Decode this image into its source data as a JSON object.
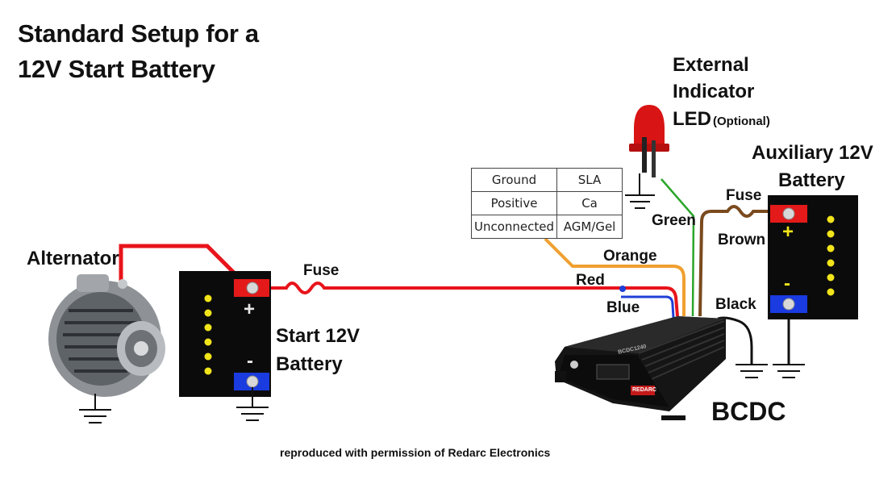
{
  "title": {
    "line1": "Standard Setup for a",
    "line2": "12V Start Battery"
  },
  "labels": {
    "alternator": "Alternator",
    "start_battery_line1": "Start 12V",
    "start_battery_line2": "Battery",
    "aux_battery_line1": "Auxiliary 12V",
    "aux_battery_line2": "Battery",
    "fuse_main": "Fuse",
    "fuse_aux": "Fuse",
    "led_line1": "External",
    "led_line2": "Indicator",
    "led_line3": "LED",
    "led_optional": "(Optional)",
    "bcdc": "BCDC",
    "battery_plus": "+",
    "battery_minus": "-"
  },
  "wires": {
    "red": "Red",
    "blue": "Blue",
    "orange": "Orange",
    "green": "Green",
    "brown": "Brown",
    "black": "Black"
  },
  "selector_table": {
    "rows": [
      [
        "Ground",
        "SLA"
      ],
      [
        "Positive",
        "Ca"
      ],
      [
        "Unconnected",
        "AGM/Gel"
      ]
    ]
  },
  "device": {
    "model": "BCDC1240",
    "brand": "REDARC"
  },
  "credit": "reproduced with permission of Redarc Electronics",
  "colors": {
    "red_wire": "#e8141b",
    "blue_wire": "#1f3fd6",
    "orange_wire": "#f0a030",
    "green_wire": "#2aa52a",
    "brown_wire": "#7a4a1e",
    "black_wire": "#111111",
    "battery_body": "#0b0b0b",
    "terminal_pos": "#e41a1a",
    "terminal_neg": "#1a3be0",
    "indicator_dots": "#f2e41a"
  }
}
